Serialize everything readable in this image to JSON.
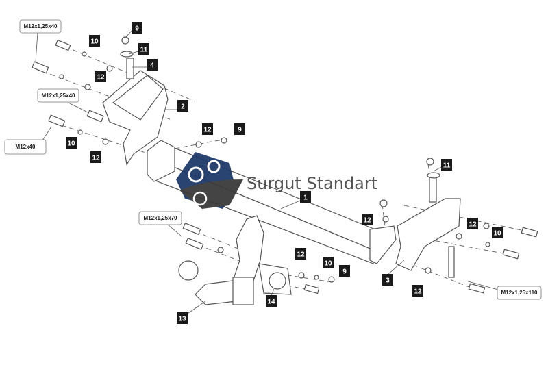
{
  "diagram": {
    "part_tags": [
      "9",
      "10",
      "11",
      "4",
      "12",
      "2",
      "12",
      "9",
      "10",
      "12",
      "11",
      "1",
      "12",
      "12",
      "10",
      "12",
      "10",
      "9",
      "3",
      "12",
      "14",
      "13"
    ],
    "callouts": [
      "M12x1,25x40",
      "M12x1,25x40",
      "M12x40",
      "M12x1,25x70",
      "M12x1,25x110"
    ],
    "watermark": {
      "brand": "Surgut Standart",
      "logo_colors": {
        "primary": "#1f3a6b",
        "secondary": "#3a3a3a"
      }
    }
  }
}
